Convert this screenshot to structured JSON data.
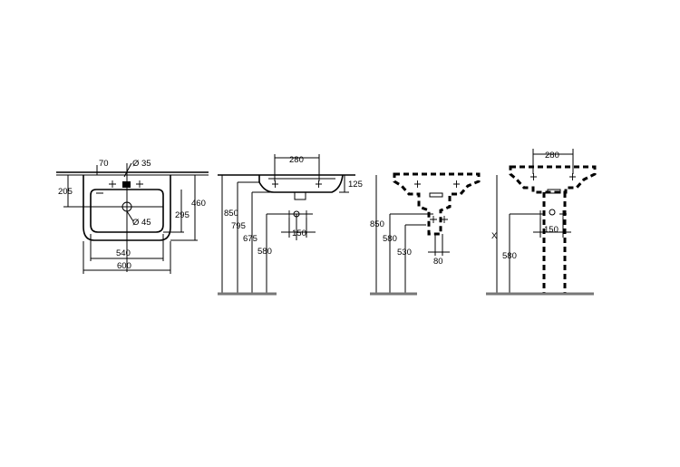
{
  "views": {
    "top": {
      "dims": {
        "d70": "70",
        "d35": "Ø 35",
        "d205": "205",
        "d460": "460",
        "d295": "295",
        "d45": "Ø 45",
        "d540": "540",
        "d600": "600"
      }
    },
    "side1": {
      "dims": {
        "d280": "280",
        "d125": "125",
        "d850": "850",
        "d795": "795",
        "d675": "675",
        "d580": "580",
        "d150": "150"
      }
    },
    "side2": {
      "dims": {
        "d850": "850",
        "d580": "580",
        "d530": "530",
        "d80": "80"
      }
    },
    "side3": {
      "dims": {
        "d280": "280",
        "dx": "X",
        "d580": "580",
        "d150": "150"
      }
    }
  }
}
